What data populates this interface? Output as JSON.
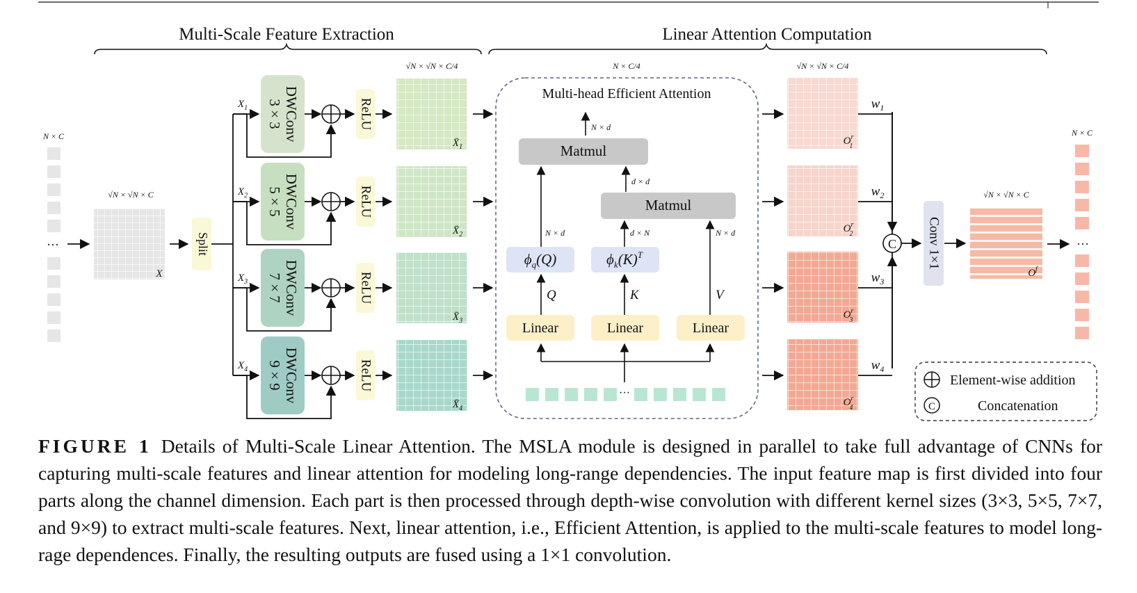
{
  "sections": {
    "left_title": "Multi-Scale Feature Extraction",
    "right_title": "Linear Attention Computation"
  },
  "input": {
    "seq_dim": "N × C",
    "ellipsis": "···",
    "map_dim": "√N × √N × C",
    "map_label": "X",
    "split_label": "Split"
  },
  "branches": [
    {
      "x_label": "X",
      "x_sub": "1",
      "conv_name": "DWConv",
      "conv_kernel": "3 × 3",
      "act": "ReLU",
      "feat": "X̄",
      "feat_sub": "1",
      "w": "w",
      "w_sub": "1",
      "o_sub": "1"
    },
    {
      "x_label": "X",
      "x_sub": "2",
      "conv_name": "DWConv",
      "conv_kernel": "5 × 5",
      "act": "ReLU",
      "feat": "X̄",
      "feat_sub": "2",
      "w": "w",
      "w_sub": "2",
      "o_sub": "2"
    },
    {
      "x_label": "X",
      "x_sub": "3",
      "conv_name": "DWConv",
      "conv_kernel": "7 × 7",
      "act": "ReLU",
      "feat": "X̄",
      "feat_sub": "3",
      "w": "w",
      "w_sub": "3",
      "o_sub": "3"
    },
    {
      "x_label": "X",
      "x_sub": "4",
      "conv_name": "DWConv",
      "conv_kernel": "9 × 9",
      "act": "ReLU",
      "feat": "X̄",
      "feat_sub": "4",
      "w": "w",
      "w_sub": "4",
      "o_sub": "4"
    }
  ],
  "feature_dim": "√N × √N × C/4",
  "attention": {
    "top_dim": "N × C/4",
    "title": "Multi-head Efficient Attention",
    "out_dim": "N × d",
    "matmul_top": "Matmul",
    "dd_dim": "d × d",
    "matmul_mid": "Matmul",
    "q_dim": "N × d",
    "k_dim": "d × N",
    "v_dim": "N × d",
    "phi_q": "ϕ",
    "phi_q_sub": "q",
    "phi_q_arg": "(Q)",
    "phi_k": "ϕ",
    "phi_k_sub": "k",
    "phi_k_arg": "(K)",
    "phi_k_sup": "T",
    "q_label": "Q",
    "k_label": "K",
    "v_label": "V",
    "linear_labels": [
      "Linear",
      "Linear",
      "Linear"
    ],
    "token_ellipsis": "···"
  },
  "output": {
    "o_dim": "√N × √N × C/4",
    "o_label": "O",
    "o_sup": "r",
    "concat_symbol": "C",
    "conv_label": "Conv 1×1",
    "fused_dim": "√N × √N × C",
    "fused_label": "O",
    "fused_sup": "f",
    "seq_dim": "N × C",
    "ellipsis": "···"
  },
  "legend": {
    "addition_label": "Element-wise addition",
    "concat_label": "Concatenation",
    "concat_symbol": "C"
  },
  "caption": {
    "label": "FIGURE 1",
    "text": "Details of Multi-Scale Linear Attention. The MSLA module is designed in parallel to take full advantage of CNNs for capturing multi-scale features and linear attention for modeling long-range dependencies. The input feature map is first divided into four parts along the channel dimension. Each part is then processed through depth-wise convolution with different kernel sizes (3×3, 5×5, 7×7, and 9×9) to extract multi-scale features. Next, linear attention, i.e., Efficient Attention, is applied to the multi-scale features to model long-rage dependences. Finally, the resulting outputs are fused using a 1×1 convolution."
  },
  "colors": {
    "conv_fills": [
      "#d6e3cc",
      "#c7dfc1",
      "#aed3c2",
      "#9fcbc5"
    ],
    "feat_fills": [
      "#d4e8c3",
      "#cfe6c6",
      "#bfe0c9",
      "#a8d8cb"
    ],
    "out_fills": [
      "#f8d8d0",
      "#f7d4cb",
      "#f2a994",
      "#f2a994"
    ],
    "relu_fill": "#fbf8d8",
    "split_fill": "#fbf8d8",
    "linear_fill": "#fdefc8",
    "phi_fill": "#dde4f5",
    "matmul_fill": "#c8c8c8",
    "input_gray": "#e6e6e6",
    "token_teal": "#b9e6d2",
    "out_token": "#f8b8a8",
    "fused_stripe": "#f6b9a5",
    "conv1x1_fill": "#e0e2ef"
  }
}
